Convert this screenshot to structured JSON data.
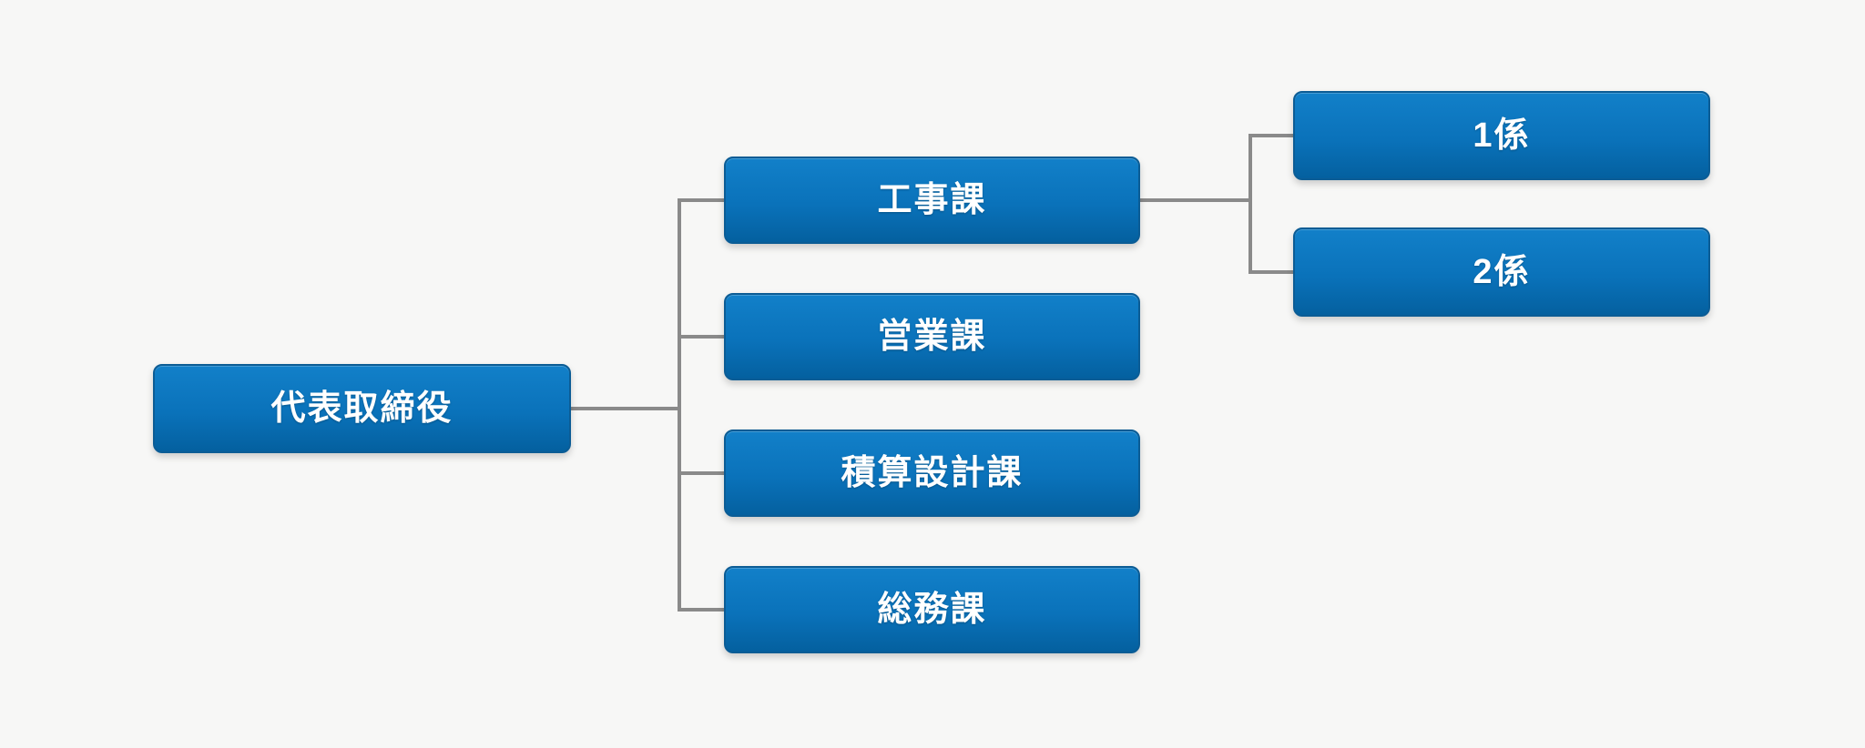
{
  "page": {
    "background": "#f7f7f6"
  },
  "colors": {
    "box_gradient_top": "#1280c9",
    "box_gradient_mid": "#0a72ba",
    "box_gradient_bottom": "#04609f",
    "box_border": "#0b5c95",
    "connector": "#8a8a8a",
    "label_text": "#ffffff",
    "page_bg": "#f7f7f6"
  },
  "chart_data": {
    "type": "org-chart",
    "nodes": [
      {
        "id": "president",
        "label": "代表取締役",
        "level": 0,
        "parent": null
      },
      {
        "id": "construction",
        "label": "工事課",
        "level": 1,
        "parent": "president"
      },
      {
        "id": "sales",
        "label": "営業課",
        "level": 1,
        "parent": "president"
      },
      {
        "id": "estimation",
        "label": "積算設計課",
        "level": 1,
        "parent": "president"
      },
      {
        "id": "general-affairs",
        "label": "総務課",
        "level": 1,
        "parent": "president"
      },
      {
        "id": "team-1",
        "label": "1係",
        "level": 2,
        "parent": "construction"
      },
      {
        "id": "team-2",
        "label": "2係",
        "level": 2,
        "parent": "construction"
      }
    ],
    "edges": [
      {
        "from": "代表取締役",
        "to": "工事課"
      },
      {
        "from": "代表取締役",
        "to": "営業課"
      },
      {
        "from": "代表取締役",
        "to": "積算設計課"
      },
      {
        "from": "代表取締役",
        "to": "総務課"
      },
      {
        "from": "工事課",
        "to": "1係"
      },
      {
        "from": "工事課",
        "to": "2係"
      }
    ]
  }
}
